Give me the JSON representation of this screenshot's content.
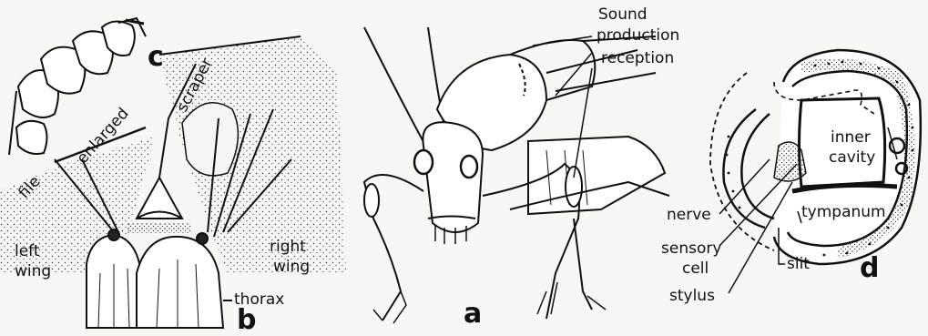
{
  "labels": {
    "c": "c",
    "enlarged": "enlarged",
    "file": "file",
    "scraper": "scraper",
    "left_wing_1": "left",
    "left_wing_2": "wing",
    "right_wing_1": "right",
    "right_wing_2": "wing",
    "thorax": "thorax",
    "b": "b",
    "sound_1": "Sound",
    "sound_2": "production",
    "sound_3": "reception",
    "a": "a",
    "inner_1": "inner",
    "inner_2": "cavity",
    "nerve": "nerve",
    "tympanum": "tympanum",
    "sensory_1": "sensory",
    "sensory_2": "cell",
    "slit": "slit",
    "stylus": "stylus",
    "d": "d"
  }
}
